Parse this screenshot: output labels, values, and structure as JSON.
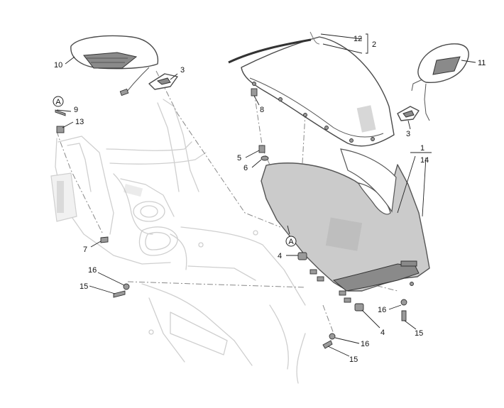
{
  "callouts": {
    "c1": "1",
    "c2": "2",
    "c3a": "3",
    "c3b": "3",
    "c4a": "4",
    "c4b": "4",
    "c5": "5",
    "c6": "6",
    "c7": "7",
    "c8": "8",
    "c9": "9",
    "c10": "10",
    "c11": "11",
    "c12": "12",
    "c13": "13",
    "c14": "14",
    "c15a": "15",
    "c15b": "15",
    "c15c": "15",
    "c16a": "16",
    "c16b": "16",
    "c16c": "16"
  },
  "references": {
    "refA1": "A",
    "refA2": "A"
  },
  "colors": {
    "fairing": "#cbcbcb",
    "ghost": "#cfcfcf",
    "ink": "#222222"
  }
}
